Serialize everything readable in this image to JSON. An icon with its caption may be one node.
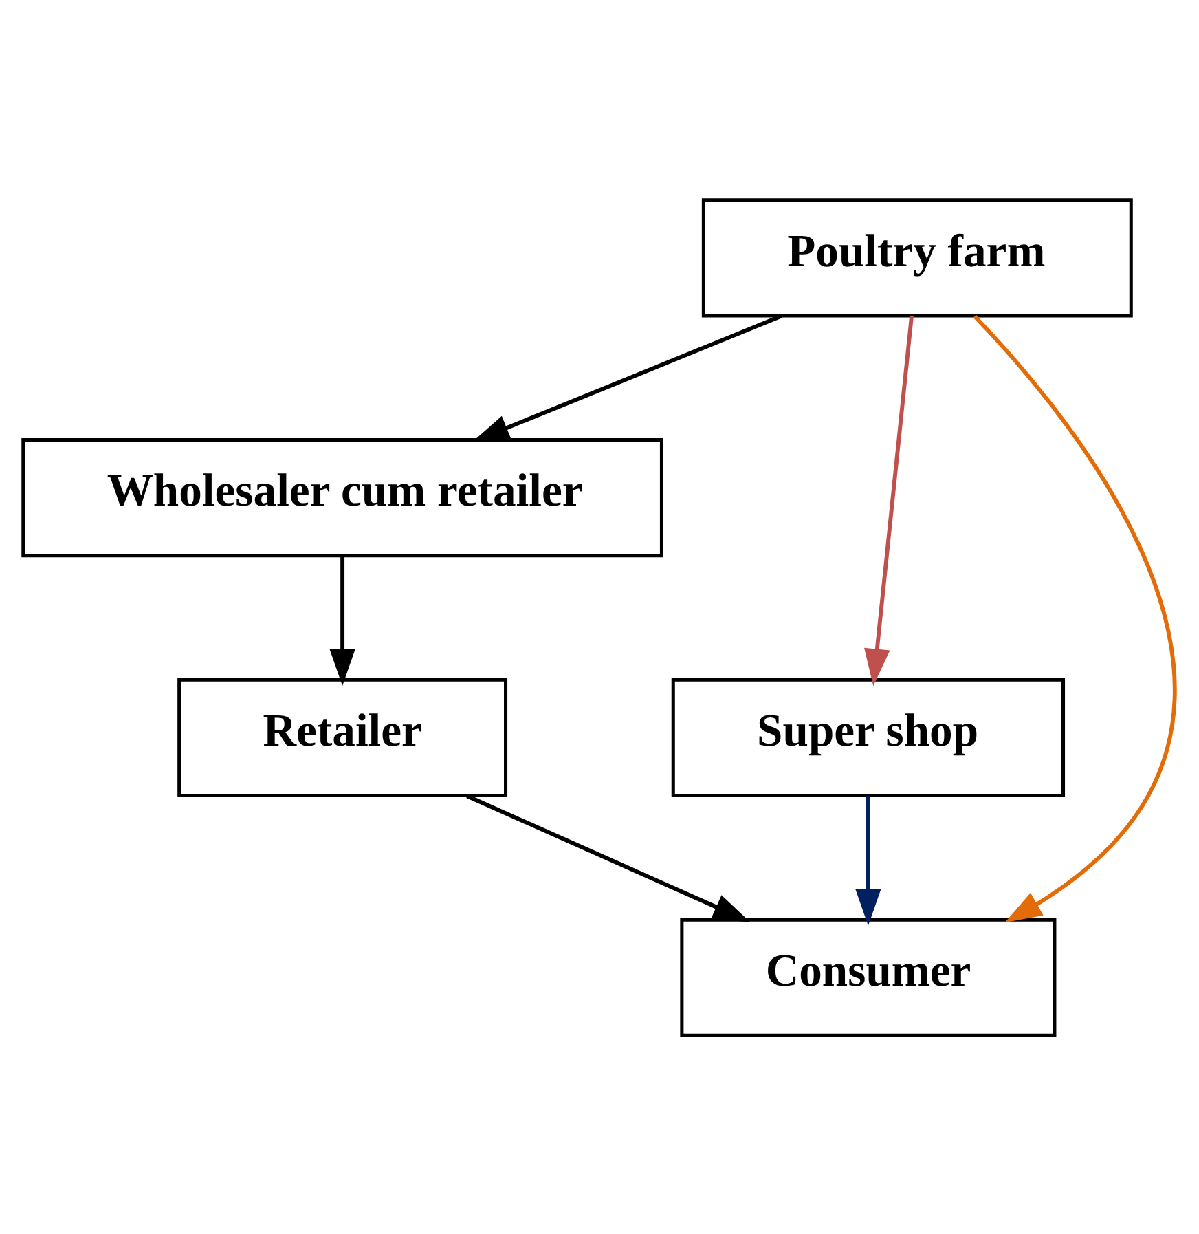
{
  "diagram": {
    "nodes": [
      {
        "text": [
          "Poultry farm"
        ]
      },
      {
        "text": [
          "Wholesaler cum retailer"
        ]
      },
      {
        "text": [
          "Retailer"
        ]
      },
      {
        "text": [
          "Super shop"
        ]
      },
      {
        "text": [
          "Consumer"
        ]
      }
    ],
    "edges": [
      {
        "from": 0,
        "to": 1,
        "arrow": "to"
      },
      {
        "from": 1,
        "to": 2,
        "arrow": "to"
      },
      {
        "from": 2,
        "to": 4,
        "arrow": "to"
      },
      {
        "from": 0,
        "to": 4,
        "arrow": "to",
        "color": "#e36c09"
      },
      {
        "from": 0,
        "to": 3,
        "arrow": "to",
        "color": "#c0504d"
      },
      {
        "from": 3,
        "to": 4,
        "arrow": "to",
        "color": "#002060"
      }
    ]
  }
}
